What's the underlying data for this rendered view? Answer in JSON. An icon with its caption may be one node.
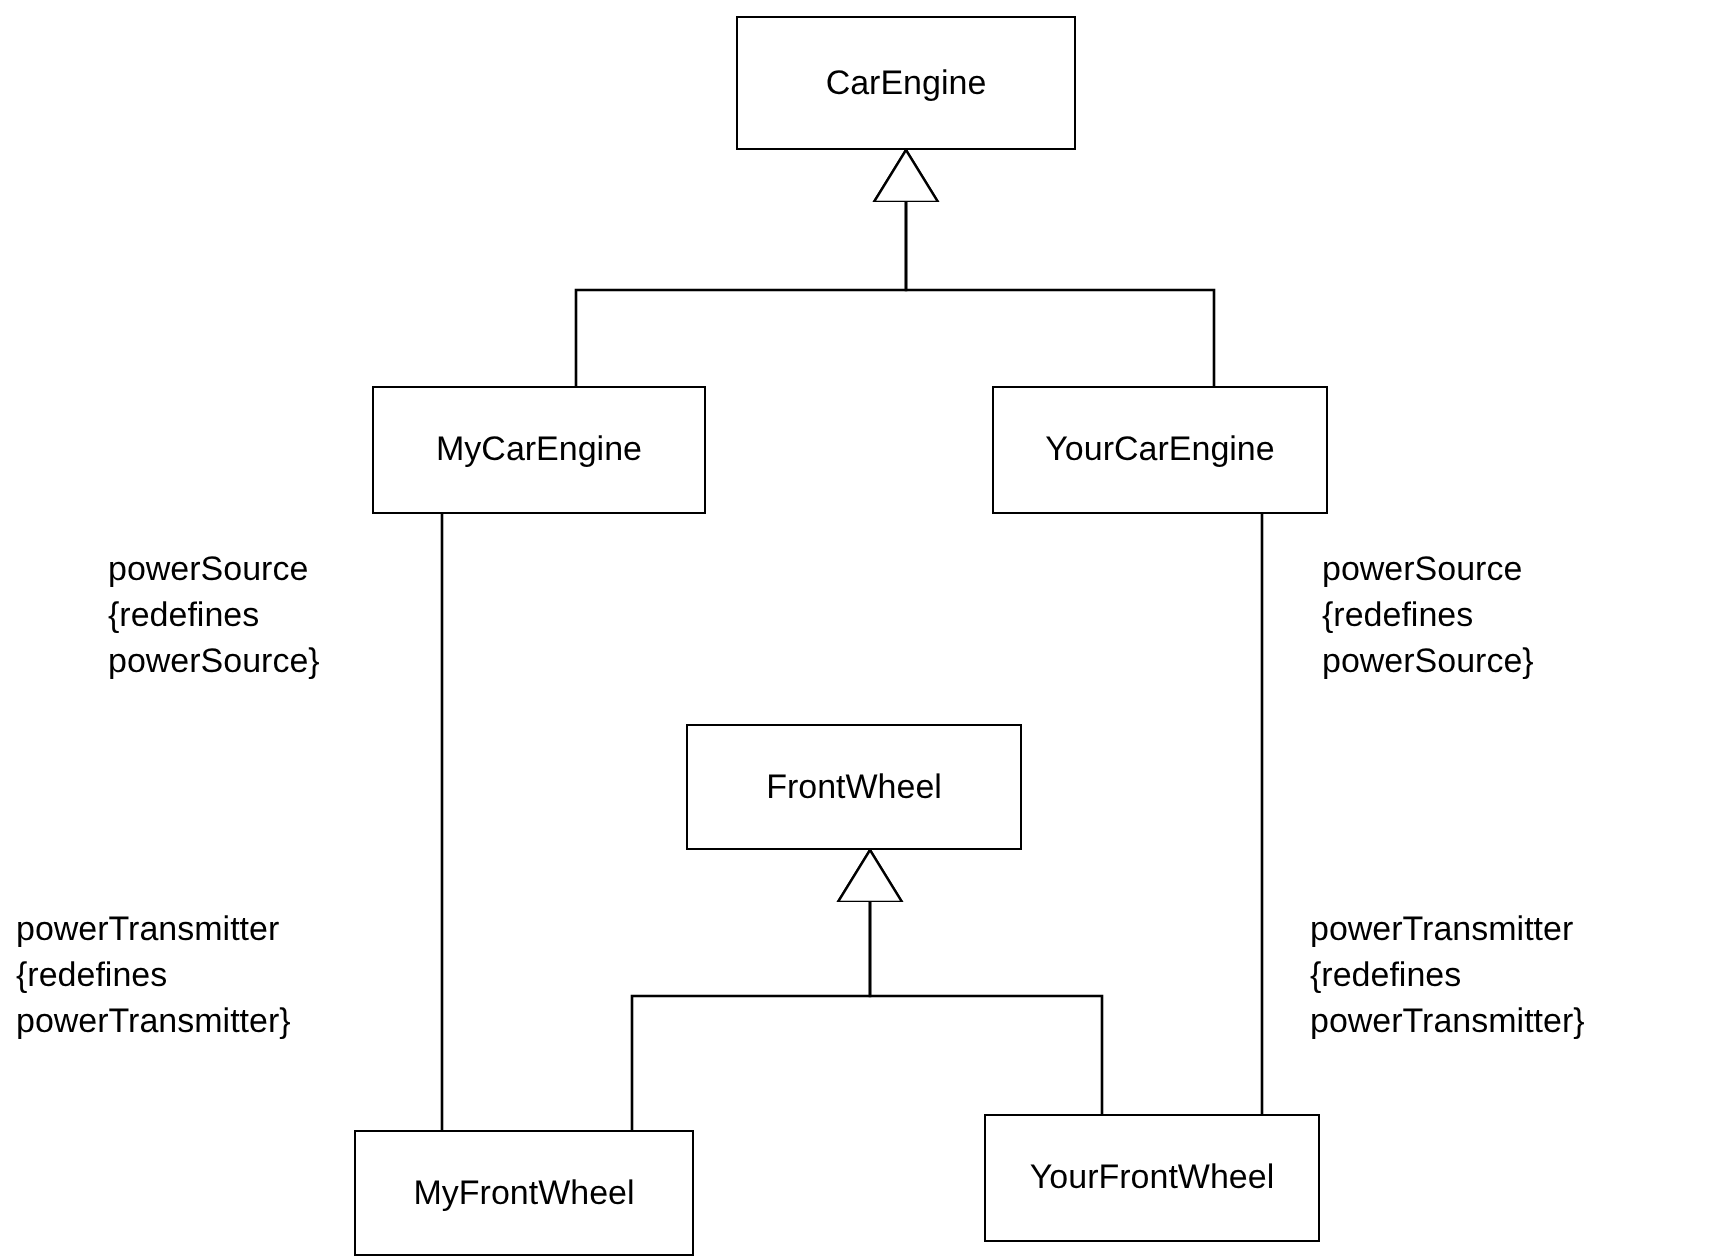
{
  "diagram": {
    "nodes": [
      {
        "text": [
          "CarEngine"
        ]
      },
      {
        "text": [
          "MyCarEngine"
        ]
      },
      {
        "text": [
          "YourCarEngine"
        ]
      },
      {
        "text": [
          "FrontWheel"
        ]
      },
      {
        "text": [
          "MyFrontWheel"
        ]
      },
      {
        "text": [
          "YourFrontWheel"
        ]
      }
    ],
    "edges": [
      {
        "from": 1,
        "to": 0,
        "arrow": "to"
      },
      {
        "from": 2,
        "to": 0,
        "arrow": "to"
      },
      {
        "from": 4,
        "to": 3,
        "arrow": "to"
      },
      {
        "from": 5,
        "to": 3,
        "arrow": "to"
      },
      {
        "from": 1,
        "to": 4,
        "arrow": "none"
      },
      {
        "from": 2,
        "to": 5,
        "arrow": "none"
      }
    ],
    "labels": [
      "powerSource {redefines powerSource}",
      "powerSource {redefines powerSource}",
      "powerTransmitter {redefines powerTransmitter}",
      "powerTransmitter {redefines powerTransmitter}"
    ]
  }
}
